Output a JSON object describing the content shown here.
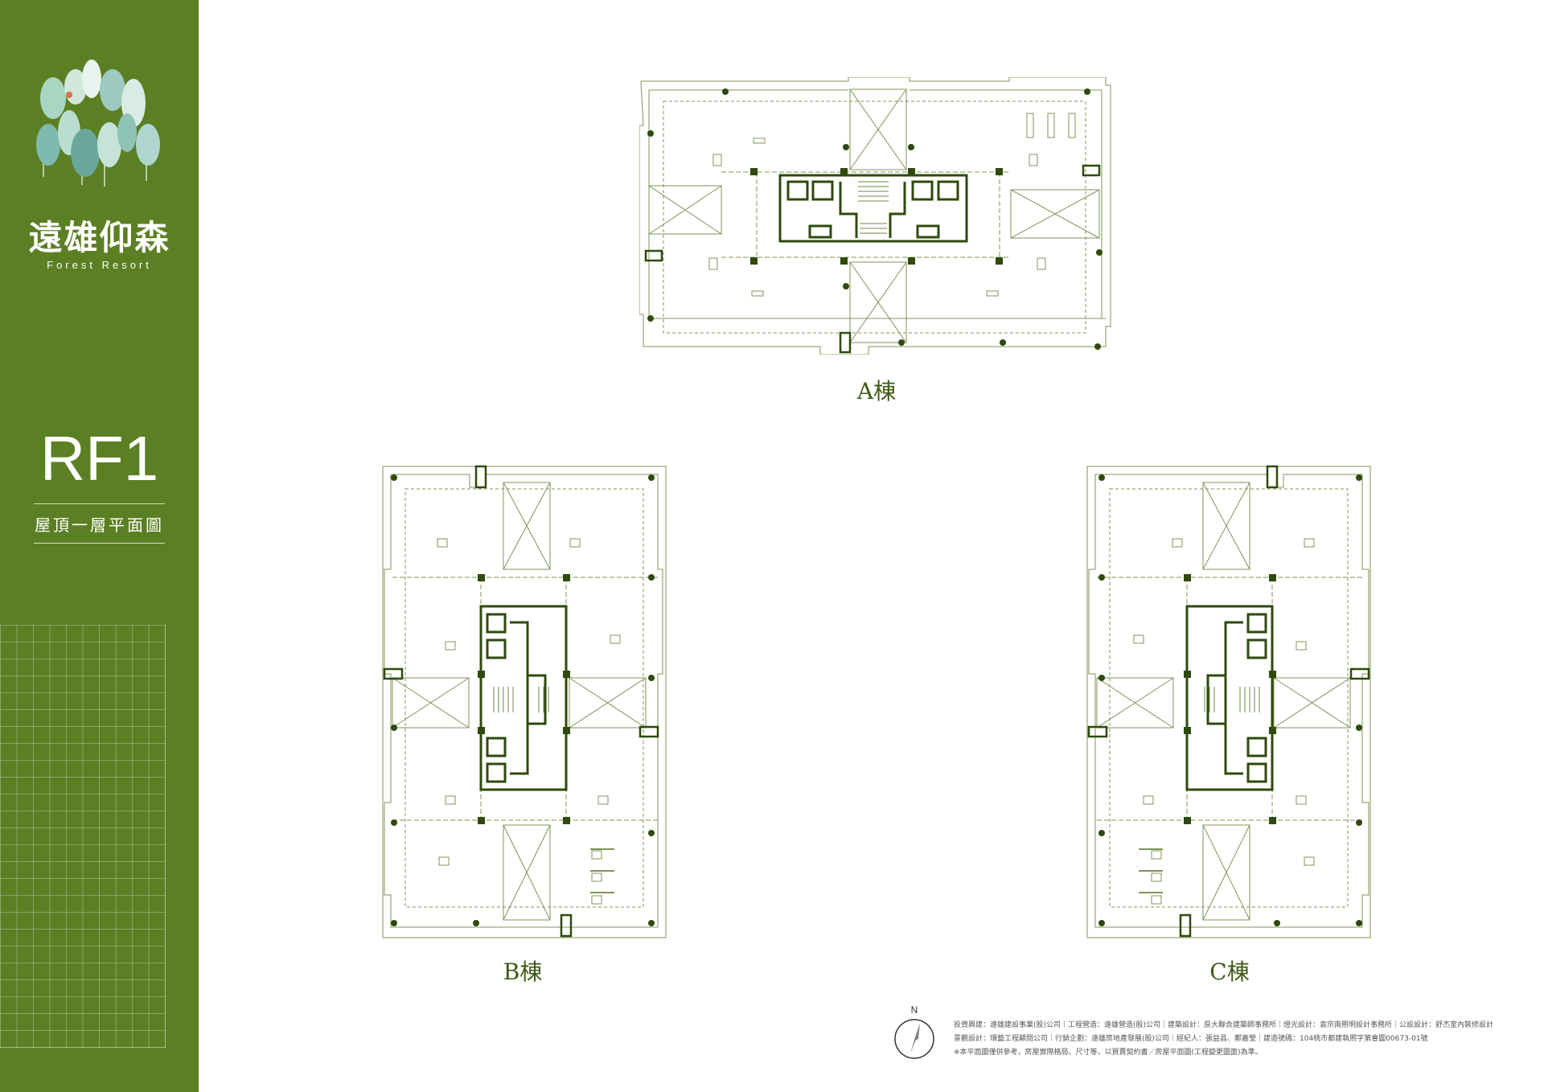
{
  "brand": {
    "name": "遠雄仰森",
    "subtitle": "Forest Resort"
  },
  "floor": {
    "code": "RF1",
    "description": "屋頂一層平面圖"
  },
  "buildings": {
    "a_label": "A棟",
    "b_label": "B棟",
    "c_label": "C棟"
  },
  "north": {
    "label": "N"
  },
  "credits": {
    "line1": "投資興建：遠雄建設事業(股)公司｜工程營造：遠雄營造(股)公司｜建築設計：原大聯合建築師事務所｜燈光設計：袁宗南照明設計事務所｜公設設計：舒杰室內裝修設計",
    "line2": "景觀設計：環藝工程顧問公司｜行銷企劃：遠雄房地產發展(股)公司｜經紀人：張益昌、鄭嘉瑩｜建造號碼：104桃市都建執照字第會圖00673-01號",
    "line3": "※本平面圖僅供參考，房屋實際格局、尺寸等，以買賣契約書／房屋平面圖(工程變更圖面)為準。"
  },
  "colors": {
    "sidebar": "#5b7f23",
    "plan_line": "#6f8a45",
    "plan_dark": "#2e4a0c",
    "label_text": "#3f5a16"
  }
}
